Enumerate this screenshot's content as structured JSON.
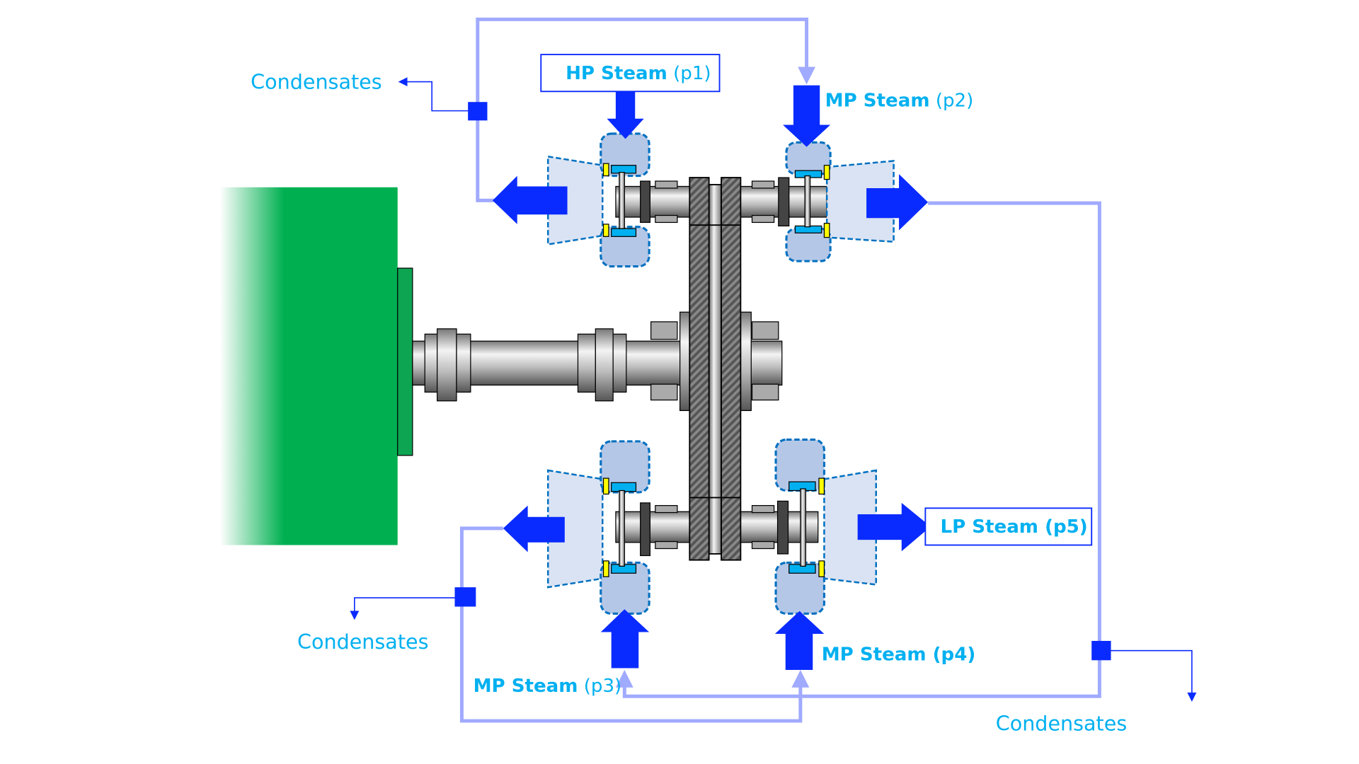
{
  "labels": {
    "hp_p1": {
      "name": "HP Steam",
      "pressure": "(p1)"
    },
    "mp_p2": {
      "name": "MP Steam",
      "pressure": "(p2)"
    },
    "mp_p3": {
      "name": "MP Steam",
      "pressure": "(p3)"
    },
    "mp_p4": {
      "name": "MP Steam",
      "pressure": "(p4)"
    },
    "lp_p5": {
      "name": "LP Steam",
      "pressure": "(p5)"
    },
    "condensates_1": "Condensates",
    "condensates_2": "Condensates",
    "condensates_3": "Condensates"
  },
  "colors": {
    "steam_arrow": "#0a2bff",
    "pipe": "#a0aaff",
    "label": "#00b0f0",
    "generator": "#00b050",
    "casing": "#b4c7e7",
    "exhaust": "#dae3f3"
  }
}
